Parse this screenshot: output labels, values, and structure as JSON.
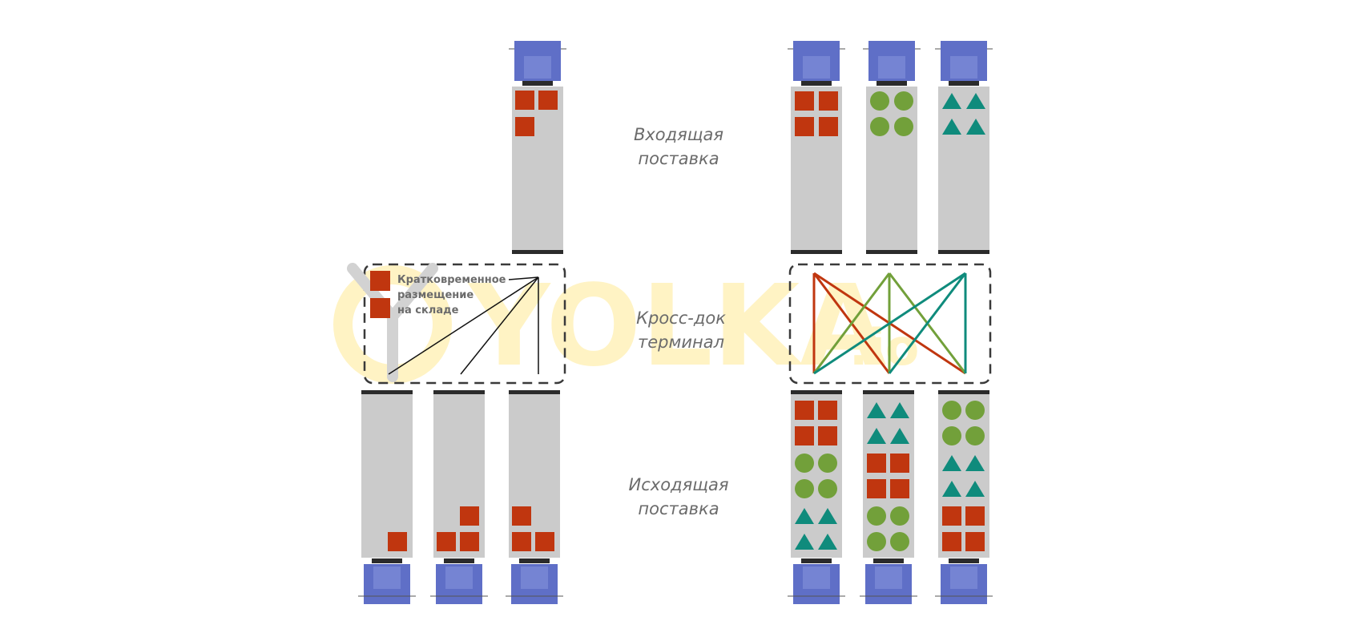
{
  "labels": {
    "inbound": [
      "Входящая",
      "поставка"
    ],
    "crossdock": [
      "Кросс-док",
      "терминал"
    ],
    "outbound": [
      "Исходящая",
      "поставка"
    ]
  },
  "storage_note": [
    "Кратковременное",
    "размещение",
    "на складе"
  ],
  "watermark": {
    "main": "YOLKA",
    "suffix": ".io"
  },
  "colors": {
    "trailer": "#cbcbcb",
    "cab": "#5f6fc7",
    "cab_window": "#7584d3",
    "square": "#c0360f",
    "circle": "#72a03a",
    "triangle": "#0f8b7c",
    "bar": "#2b2b2b",
    "dash": "#3a3a3a",
    "watermark": "#fff3c4"
  },
  "cargo": {
    "left_inbound": [
      "square",
      "square",
      "square"
    ],
    "right_inbound": [
      [
        "square",
        "square",
        "square",
        "square"
      ],
      [
        "circle",
        "circle",
        "circle",
        "circle"
      ],
      [
        "triangle",
        "triangle",
        "triangle",
        "triangle"
      ]
    ],
    "left_outbound": [
      1,
      3,
      3
    ],
    "right_outbound": [
      [
        "square",
        "circle",
        "triangle"
      ],
      [
        "triangle",
        "square",
        "circle"
      ],
      [
        "circle",
        "triangle",
        "square"
      ]
    ]
  }
}
